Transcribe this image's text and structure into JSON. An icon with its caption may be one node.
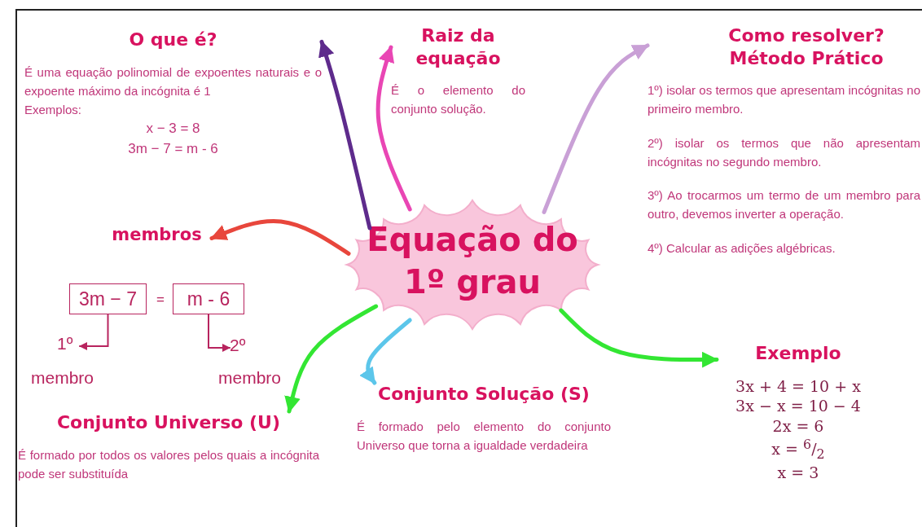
{
  "diagram": {
    "nodes": [
      {
        "text": [
          "Equação do 1º grau"
        ]
      },
      {
        "text": [
          "O que é?",
          "É uma equação polinomial de expoentes naturais e o expoente máximo da incógnita é 1",
          "Exemplos:",
          "x − 3 = 8",
          "3m − 7 = m - 6"
        ]
      },
      {
        "text": [
          "Raiz da equação",
          "É o elemento do conjunto solução."
        ]
      },
      {
        "text": [
          "Como resolver? Método Prático",
          "1º) isolar os termos que apresentam incógnitas no primeiro membro.",
          "2º) isolar os termos que não apresentam incógnitas no segundo membro.",
          "3º) Ao trocarmos um termo de um membro para outro, devemos inverter a operação.",
          "4º) Calcular as adições algébricas."
        ]
      },
      {
        "text": [
          "membros"
        ]
      },
      {
        "text": [
          "3m − 7"
        ]
      },
      {
        "text": [
          "m - 6"
        ]
      },
      {
        "text": [
          "1º"
        ]
      },
      {
        "text": [
          "2º"
        ]
      },
      {
        "text": [
          "Conjunto Universo (U)",
          "É formado por todos os valores pelos quais a incógnita pode ser substituída"
        ]
      },
      {
        "text": [
          "Conjunto Solução (S)",
          "É formado pelo elemento do conjunto Universo que torna a igualdade verdadeira"
        ]
      },
      {
        "text": [
          "Exemplo",
          "3x + 4 = 10 + x",
          "3x − x = 10 − 4",
          "2x = 6",
          "x = $^{6}$/$_{2}$",
          "x = 3"
        ]
      }
    ],
    "edges": [
      {
        "from": 0,
        "to": 1,
        "arrow": "to",
        "color": "#5e2b8c"
      },
      {
        "from": 0,
        "to": 2,
        "arrow": "to",
        "color": "#e946b4"
      },
      {
        "from": 0,
        "to": 3,
        "arrow": "to",
        "color": "#c9a0d6"
      },
      {
        "from": 0,
        "to": 4,
        "arrow": "to",
        "color": "#e8463c"
      },
      {
        "from": 0,
        "to": 9,
        "arrow": "to",
        "color": "#33e633"
      },
      {
        "from": 0,
        "to": 10,
        "arrow": "to",
        "color": "#5cc6ea"
      },
      {
        "from": 0,
        "to": 11,
        "arrow": "to",
        "color": "#33e633"
      },
      {
        "from": 5,
        "to": 7,
        "arrow": "to",
        "color": "#b8245e"
      },
      {
        "from": 6,
        "to": 8,
        "arrow": "to",
        "color": "#b8245e"
      }
    ],
    "labels": [
      "=",
      "membro",
      "membro"
    ]
  }
}
